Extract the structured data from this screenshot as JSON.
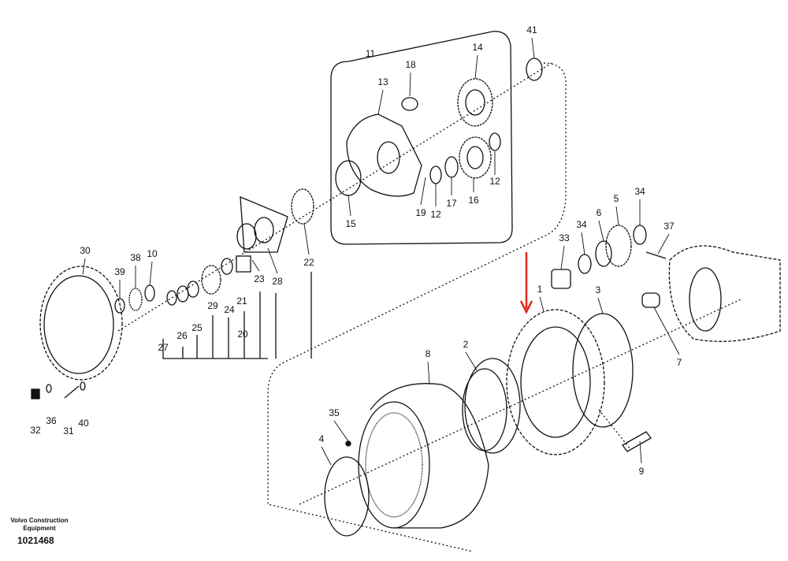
{
  "diagram": {
    "brand_line1": "Volvo Construction",
    "brand_line2": "Equipment",
    "document_number": "1021468",
    "highlight_color": "#e0261c",
    "callouts": [
      "41",
      "11",
      "14",
      "18",
      "13",
      "12",
      "15",
      "19",
      "12",
      "17",
      "16",
      "34",
      "5",
      "6",
      "34",
      "33",
      "37",
      "22",
      "30",
      "38",
      "10",
      "39",
      "23",
      "28",
      "21",
      "24",
      "29",
      "25",
      "26",
      "27",
      "20",
      "1",
      "3",
      "7",
      "2",
      "8",
      "35",
      "4",
      "9",
      "32",
      "36",
      "31",
      "40"
    ]
  }
}
